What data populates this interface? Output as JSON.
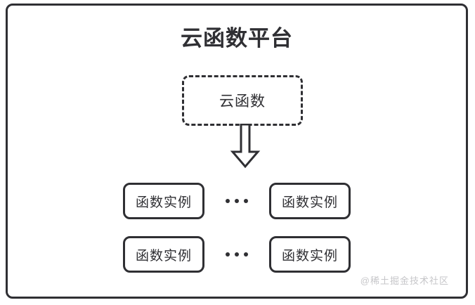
{
  "diagram": {
    "title": "云函数平台",
    "cloud_function": {
      "label": "云函数",
      "border_style": "dashed"
    },
    "arrow": {
      "name": "down-block-arrow",
      "direction": "down"
    },
    "instance_rows": [
      {
        "left_box_label": "函数实例",
        "ellipsis": "•••",
        "right_box_label": "函数实例"
      },
      {
        "left_box_label": "函数实例",
        "ellipsis": "•••",
        "right_box_label": "函数实例"
      }
    ],
    "watermark": "@稀土掘金技术社区"
  },
  "colors": {
    "stroke": "#2f2f33",
    "background": "#ffffff",
    "watermark": "#c6c6c9"
  }
}
